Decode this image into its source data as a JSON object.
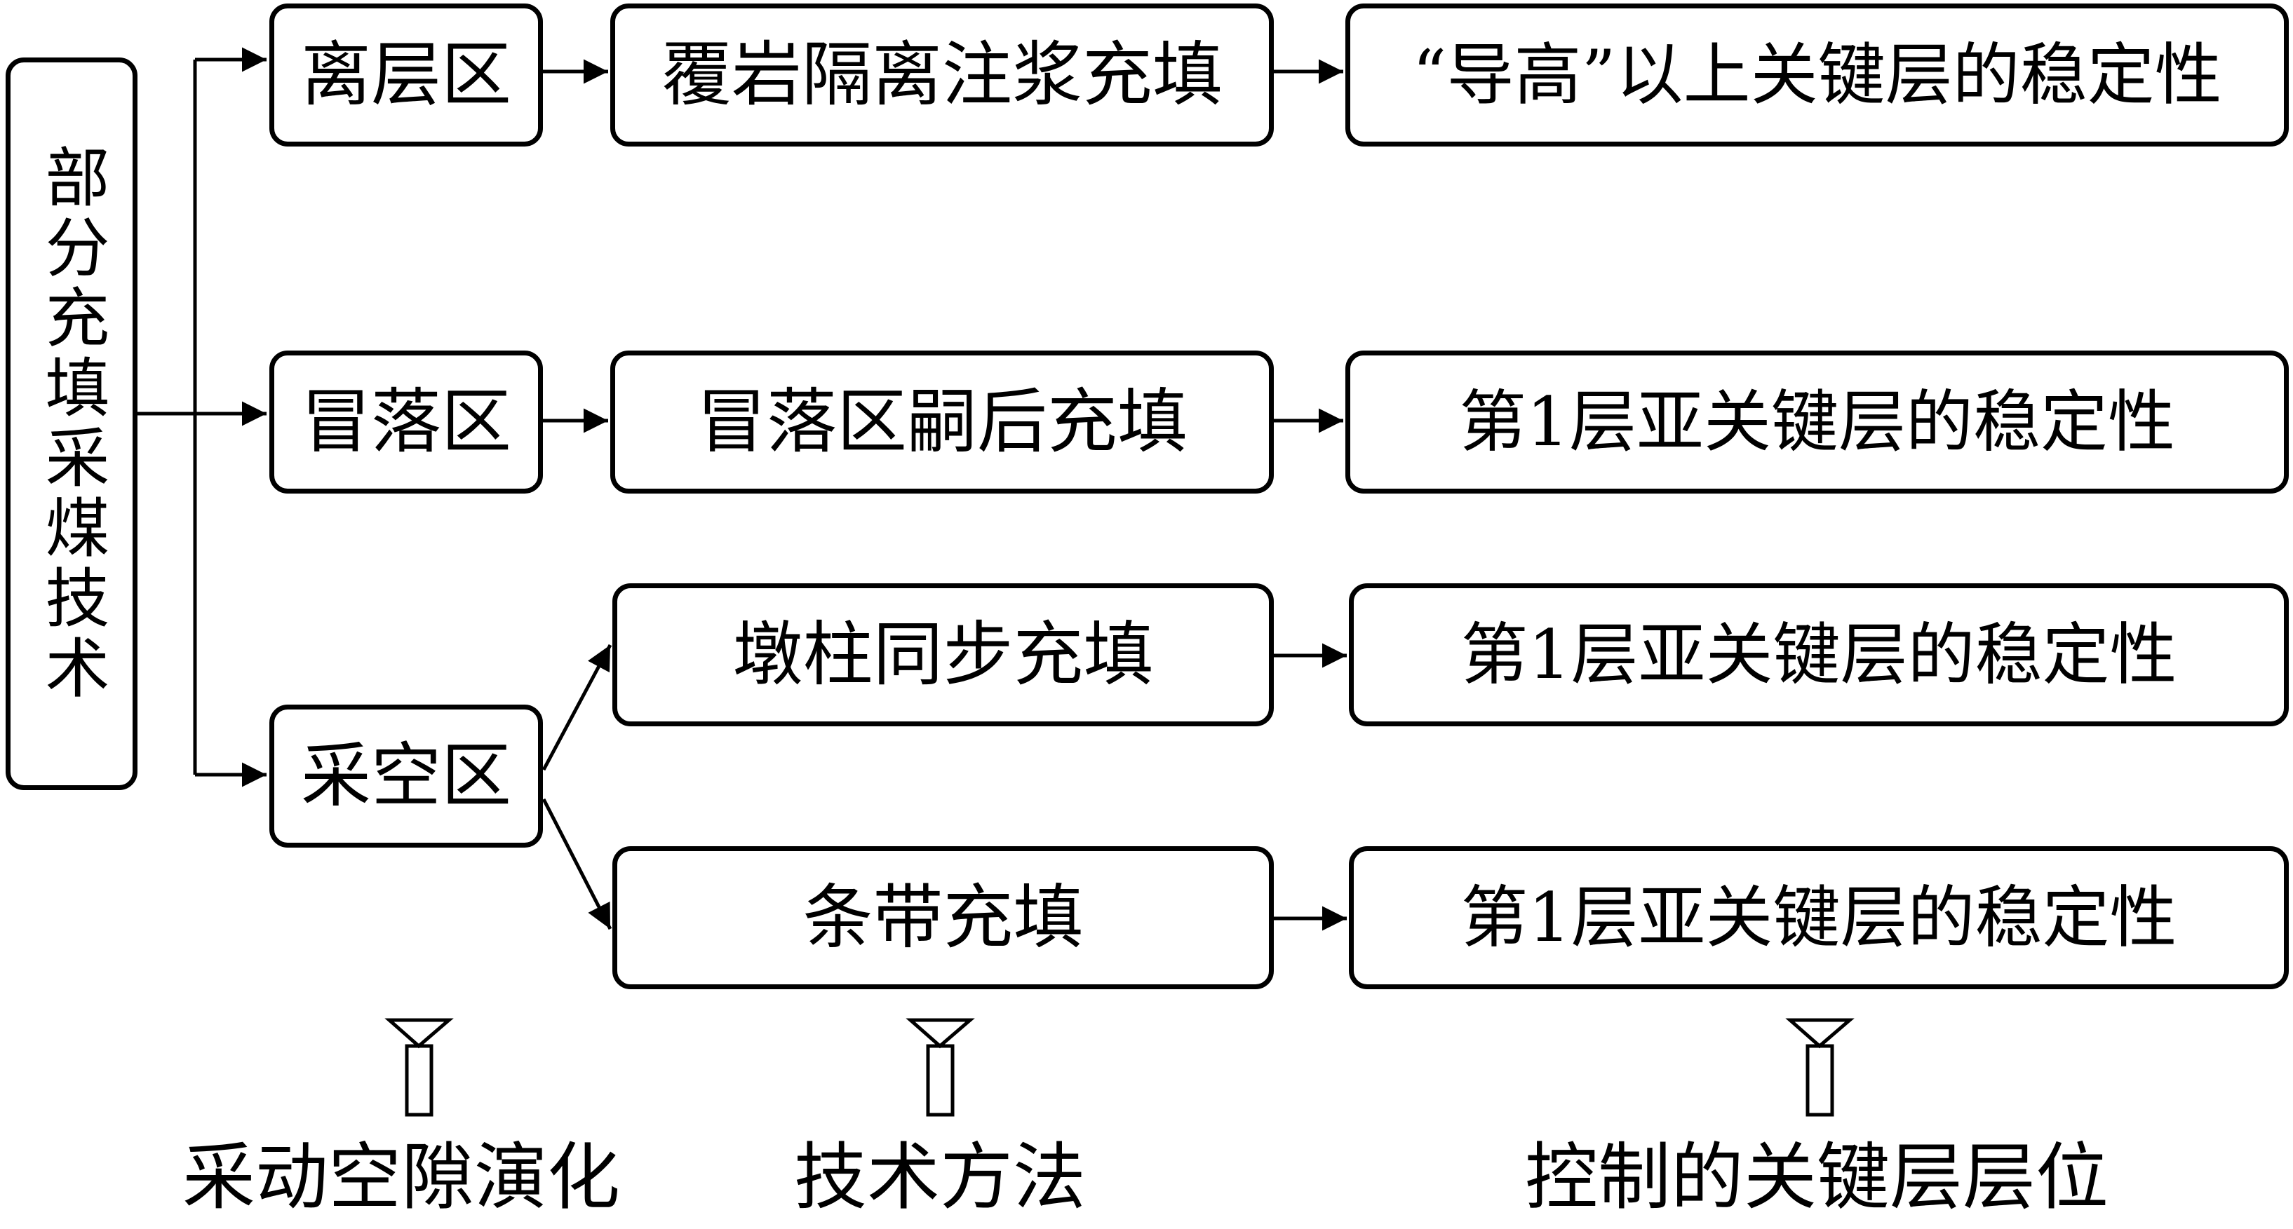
{
  "root": {
    "label": "部分充填采煤技术"
  },
  "zones": {
    "separation": "离层区",
    "caving": "冒落区",
    "goaf": "采空区"
  },
  "methods": {
    "overburden": "覆岩隔离注浆充填",
    "caving_after": "冒落区嗣后充填",
    "pier": "墩柱同步充填",
    "strip": "条带充填"
  },
  "results": {
    "r1": "“导高”以上关键层的稳定性",
    "r2": "第1层亚关键层的稳定性",
    "r3": "第1层亚关键层的稳定性",
    "r4": "第1层亚关键层的稳定性"
  },
  "captions": {
    "evolution": "采动空隙演化",
    "method": "技术方法",
    "layer": "控制的关键层层位"
  }
}
